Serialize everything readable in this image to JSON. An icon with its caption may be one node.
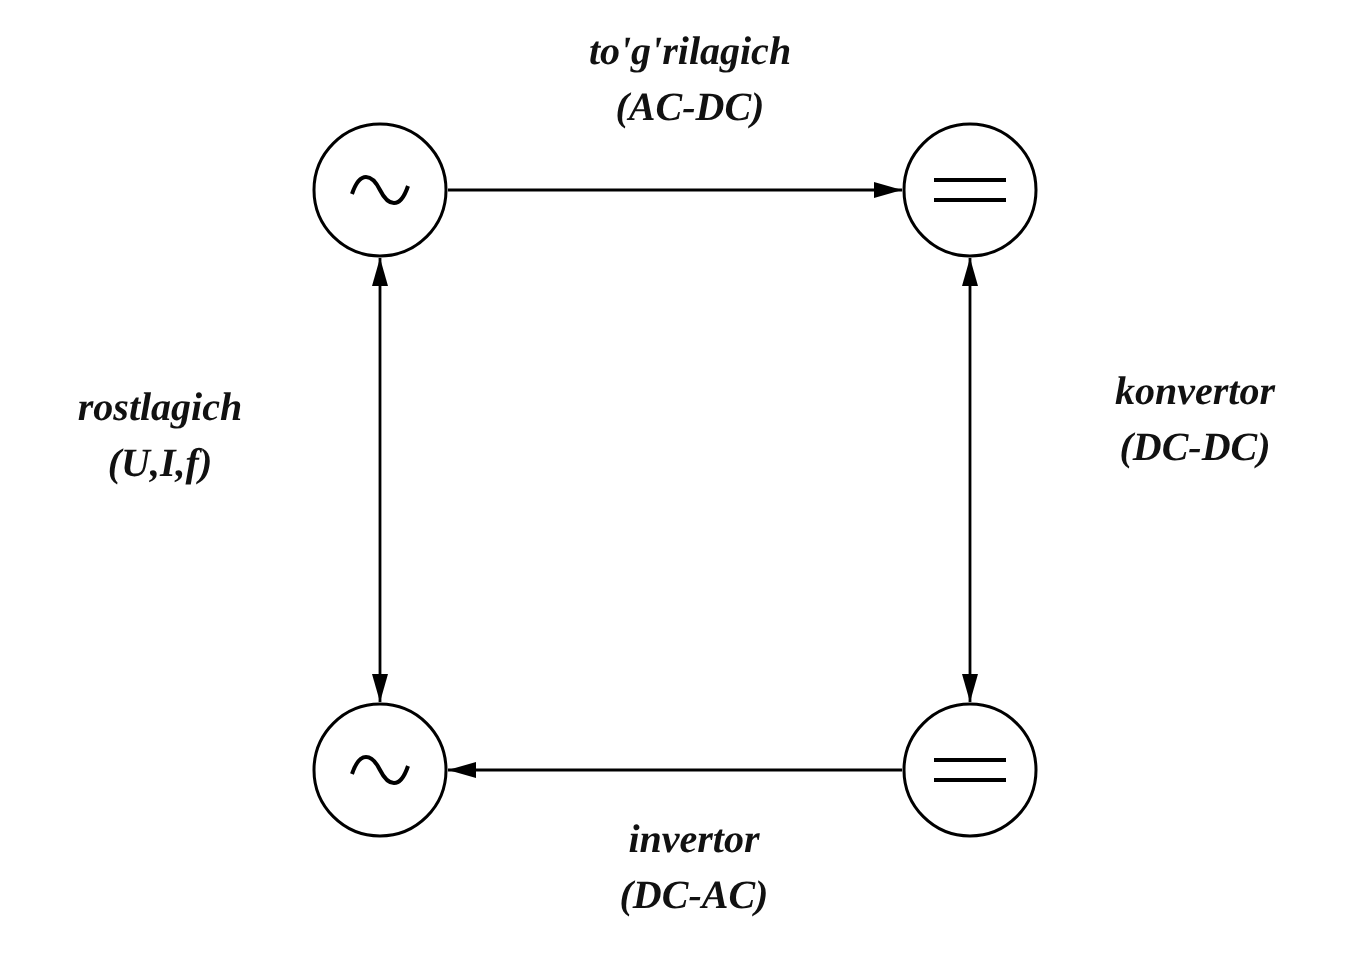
{
  "diagram": {
    "nodes": [
      {
        "text": [],
        "shape": "circle"
      },
      {
        "text": [],
        "shape": "circle"
      },
      {
        "text": [],
        "shape": "circle"
      },
      {
        "text": [],
        "shape": "circle"
      }
    ],
    "edges": [
      {
        "from": 0,
        "to": 1,
        "arrow": "to",
        "label": "to'g'rilagich (AC-DC)"
      },
      {
        "from": 0,
        "to": 2,
        "arrow": "both",
        "label": "rostlagich (U,I,f)"
      },
      {
        "from": 1,
        "to": 3,
        "arrow": "both",
        "label": "konvertor (DC-DC)"
      },
      {
        "from": 3,
        "to": 2,
        "arrow": "to",
        "label": "invertor (DC-AC)"
      }
    ]
  }
}
